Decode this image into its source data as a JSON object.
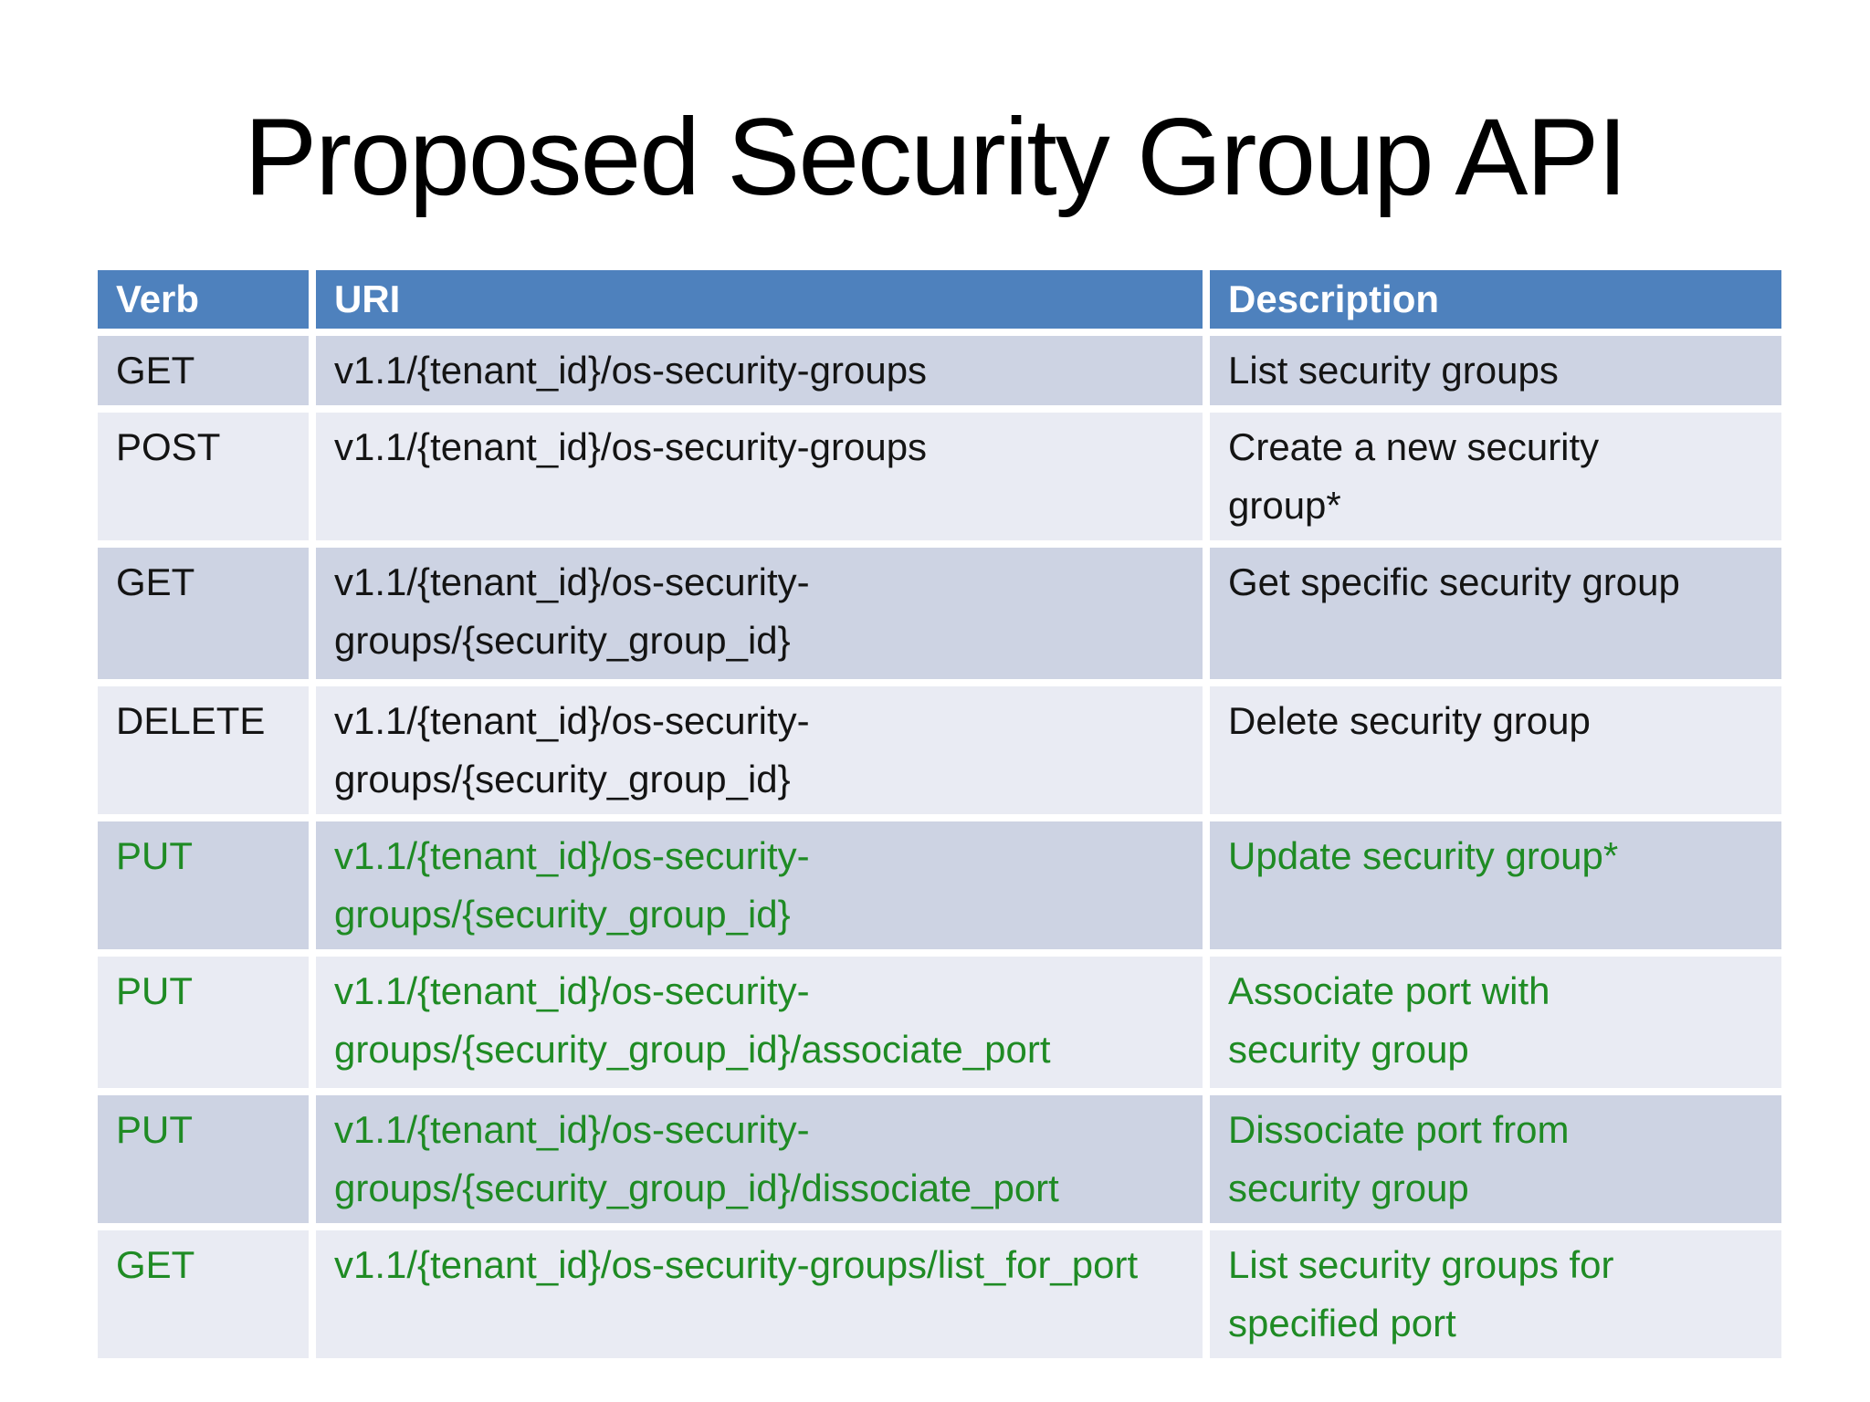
{
  "slide": {
    "title": "Proposed Security Group API"
  },
  "table": {
    "columns": {
      "verb": "Verb",
      "uri": "URI",
      "description": "Description"
    },
    "rows": [
      {
        "verb": "GET",
        "uri": "v1.1/{tenant_id}/os-security-groups",
        "description": "List security groups",
        "color": "black"
      },
      {
        "verb": "POST",
        "uri": "v1.1/{tenant_id}/os-security-groups",
        "description": "Create a new security group*",
        "color": "black"
      },
      {
        "verb": "GET",
        "uri": "v1.1/{tenant_id}/os-security-groups/{security_group_id}",
        "description": "Get specific security group",
        "color": "black"
      },
      {
        "verb": "DELETE",
        "uri": "v1.1/{tenant_id}/os-security-groups/{security_group_id}",
        "description": "Delete security group",
        "color": "black"
      },
      {
        "verb": "PUT",
        "uri": "v1.1/{tenant_id}/os-security-groups/{security_group_id}",
        "description": "Update security group*",
        "color": "green"
      },
      {
        "verb": "PUT",
        "uri": "v1.1/{tenant_id}/os-security-groups/{security_group_id}/associate_port",
        "description": "Associate port with security group",
        "color": "green"
      },
      {
        "verb": "PUT",
        "uri": "v1.1/{tenant_id}/os-security-groups/{security_group_id}/dissociate_port",
        "description": "Dissociate port from security group",
        "color": "green"
      },
      {
        "verb": "GET",
        "uri": "v1.1/{tenant_id}/os-security-groups/list_for_port",
        "description": "List security groups for specified port",
        "color": "green"
      }
    ],
    "colors": {
      "header_bg": "#4E81BD",
      "header_text": "#FFFFFF",
      "band_dark": "#CDD3E3",
      "band_light": "#E9EBF3",
      "text_black": "#141414",
      "text_green": "#1F8B24"
    }
  }
}
